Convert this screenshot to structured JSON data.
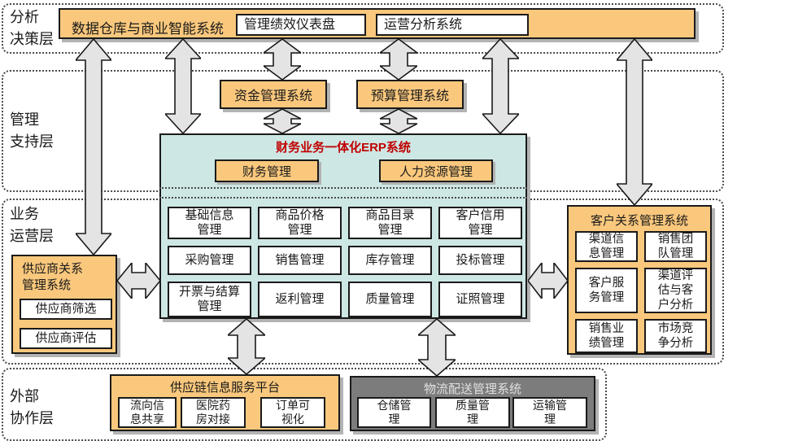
{
  "layers": [
    {
      "label": "分析\n决策层"
    },
    {
      "label": "管理\n支持层"
    },
    {
      "label": "业务\n运营层"
    },
    {
      "label": "外部\n协作层"
    }
  ],
  "top": {
    "bar_title": "数据仓库与商业智能系统",
    "items": [
      "管理绩效仪表盘",
      "运营分析系统"
    ]
  },
  "mgmt": {
    "fund": "资金管理系统",
    "budget": "预算管理系统"
  },
  "erp": {
    "title": "财务业务一体化ERP系统",
    "finance": "财务管理",
    "hr": "人力资源管理",
    "modules": [
      "基础信息\n管理",
      "商品价格\n管理",
      "商品目录\n管理",
      "客户信用\n管理",
      "采购管理",
      "销售管理",
      "库存管理",
      "投标管理",
      "开票与结算\n管理",
      "返利管理",
      "质量管理",
      "证照管理"
    ]
  },
  "srm": {
    "title": "供应商关系\n管理系统",
    "items": [
      "供应商筛选",
      "供应商评估"
    ]
  },
  "crm": {
    "title": "客户关系管理系统",
    "items": [
      "渠道信\n息管理",
      "销售团\n队管理",
      "客户服\n务管理",
      "渠道评\n估与客\n户分析",
      "销售业\n绩管理",
      "市场竞\n争分析"
    ]
  },
  "scm": {
    "title": "供应链信息服务平台",
    "items": [
      "流向信\n息共享",
      "医院药\n房对接",
      "订单可\n视化"
    ]
  },
  "logi": {
    "title": "物流配送管理系统",
    "items": [
      "仓储管\n理",
      "质量管\n理",
      "运输管\n理"
    ]
  },
  "colors": {
    "orange": "#FAC87D",
    "teal": "#CDE7E4",
    "title_red": "#C00000",
    "logistics_gray": "#7C7C7C",
    "arrow_fill": "#E4E4E4"
  }
}
